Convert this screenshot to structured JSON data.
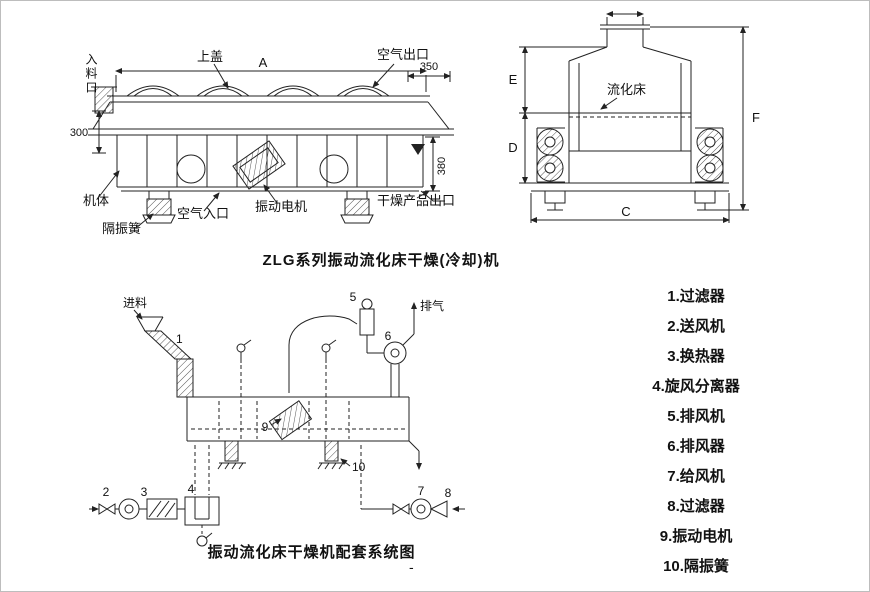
{
  "captions": {
    "top": "ZLG系列振动流化床干燥(冷却)机",
    "bottom": "振动流化床干燥机配套系统图"
  },
  "side_view": {
    "labels": {
      "top_cover": "上盖",
      "air_outlet": "空气出口",
      "dim_a": "A",
      "dim_350": "350",
      "feed_inlet": "入料口",
      "dim_300": "300",
      "dim_380": "380",
      "body": "机体",
      "air_inlet": "空气入口",
      "vibration_motor": "振动电机",
      "product_outlet": "干燥产品出口",
      "isolation_spring": "隔振簧"
    }
  },
  "end_view": {
    "labels": {
      "fluidized_bed": "流化床",
      "dim_e": "E",
      "dim_d": "D",
      "dim_f": "F",
      "dim_c": "C"
    }
  },
  "flow_diagram": {
    "labels": {
      "feed": "进料",
      "exhaust": "排气",
      "n1": "1",
      "n2": "2",
      "n3": "3",
      "n4": "4",
      "n5": "5",
      "n6": "6",
      "n7": "7",
      "n8": "8",
      "n9": "9",
      "n10": "10"
    }
  },
  "legend": {
    "items": [
      {
        "text": "1.过滤器"
      },
      {
        "text": "2.送风机"
      },
      {
        "text": "3.换热器"
      },
      {
        "text": "4.旋风分离器"
      },
      {
        "text": "5.排风机"
      },
      {
        "text": "6.排风器"
      },
      {
        "text": "7.给风机"
      },
      {
        "text": "8.过滤器"
      },
      {
        "text": "9.振动电机"
      },
      {
        "text": "10.隔振簧"
      }
    ]
  },
  "footer": {
    "dash": "-"
  }
}
